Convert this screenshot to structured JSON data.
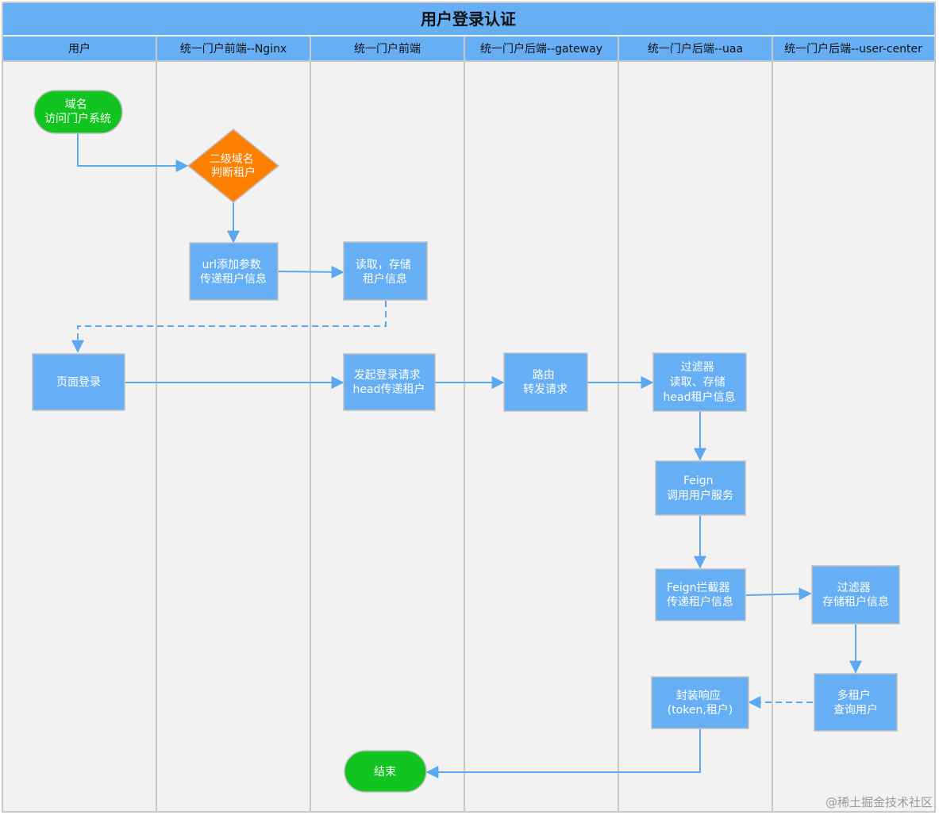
{
  "title": "用户登录认证",
  "lanes": [
    "用户",
    "统一门户前端--Nginx",
    "统一门户前端",
    "统一门户后端--gateway",
    "统一门户后端--uaa",
    "统一门户后端--user-center"
  ],
  "nodes": {
    "start": [
      "域名",
      "访问门户系统"
    ],
    "decision": [
      "二级域名",
      "判断租户"
    ],
    "url_param": [
      "url添加参数",
      "传递租户信息"
    ],
    "read_store": [
      "读取，存储",
      "租户信息"
    ],
    "page_login": [
      "页面登录"
    ],
    "send_login": [
      "发起登录请求",
      "head传递租户"
    ],
    "route": [
      "路由",
      "转发请求"
    ],
    "uaa_filter": [
      "过滤器",
      "读取、存储",
      "head租户信息"
    ],
    "feign_call": [
      "Feign",
      "调用用户服务"
    ],
    "feign_interceptor": [
      "Feign拦截器",
      "传递租户信息"
    ],
    "uc_filter": [
      "过滤器",
      "存储租户信息"
    ],
    "multi_tenant": [
      "多租户",
      "查询用户"
    ],
    "wrap_response": [
      "封装响应",
      "(token,租户)"
    ],
    "end": [
      "结束"
    ]
  },
  "watermark": "@稀土掘金技术社区",
  "colors": {
    "header": "#66AFF5",
    "lane_bg": "#F2F2F2",
    "lane_border": "#C8C8C8",
    "process": "#66AFF5",
    "process_border": "#BFBFBF",
    "terminal": "#12C41F",
    "decision": "#FF8000",
    "edge": "#5AA8F0"
  }
}
